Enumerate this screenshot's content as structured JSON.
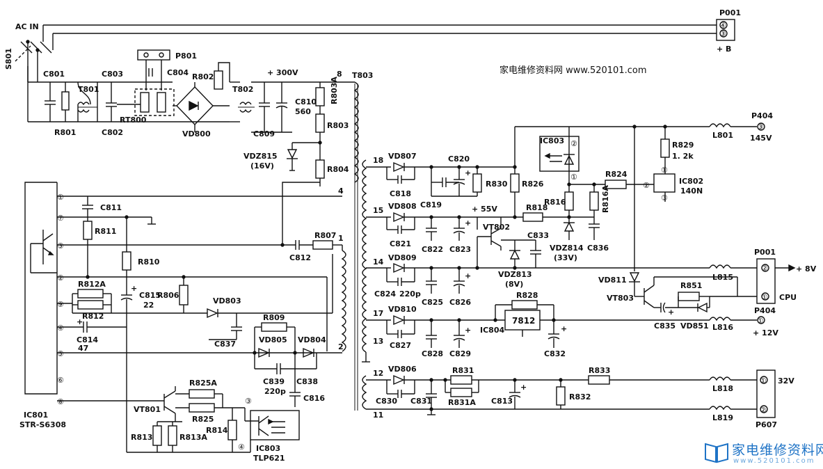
{
  "watermark": {
    "text": "家电维修资料网 www.520101.com",
    "logo_title": "家电维修资料网",
    "logo_url": "www.520101.com"
  },
  "connectors": {
    "ac_in": "AC  IN",
    "s801": "S801",
    "p001_top": "P001",
    "p001_top_pin4": "④",
    "p001_top_pin3": "③",
    "p001_top_label": "+ B",
    "p801": "P801",
    "p404_top": "P404",
    "p404_top_pin": "③",
    "p404_top_voltage": "145V",
    "p001_mid": "P001",
    "p001_mid_pin2": "②",
    "p001_mid_pin1": "①",
    "plus8v": "+ 8V",
    "cpu": "CPU",
    "p404_mid": "P404",
    "pin1_12v": "①",
    "plus12v": "+ 12V",
    "p607_pin1": "①",
    "p607_pin2": "②",
    "v32": "32V",
    "p607": "P607"
  },
  "ic801": {
    "name": "IC801",
    "part": "STR-S6308",
    "pins": [
      "①",
      "⑦",
      "③",
      "②",
      "⑨",
      "④",
      "⑤",
      "⑥",
      "⑧"
    ]
  },
  "t803": {
    "name": "T803",
    "pins": [
      "8",
      "4",
      "1",
      "2",
      "18",
      "15",
      "14",
      "17",
      "13",
      "12",
      "11"
    ]
  },
  "components": {
    "c801": "C801",
    "t801": "T801",
    "r801": "R801",
    "c803": "C803",
    "c802": "C802",
    "rt800": "RT800",
    "c804": "C804",
    "r802": "R802",
    "vd800": "VD800",
    "t802": "T802",
    "v300": "+ 300V",
    "c810": "C810",
    "c810_val": "560",
    "c809": "C809",
    "r803a": "R803A",
    "r803": "R803",
    "vdz815": "VDZ815",
    "vdz815_val": "(16V)",
    "r804": "R804",
    "c811": "C811",
    "r811": "R811",
    "r810": "R810",
    "r807": "R807",
    "c812": "C812",
    "r812a": "R812A",
    "r812": "R812",
    "c815": "C815",
    "c815_val": "22",
    "r806": "R806",
    "vd803": "VD803",
    "c814": "C814",
    "c814_val": "47",
    "c837": "C837",
    "r809": "R809",
    "vd805": "VD805",
    "vd804": "VD804",
    "c839": "C839",
    "c839_val": "220p",
    "c838": "C838",
    "c816": "C816",
    "vt801": "VT801",
    "r825a": "R825A",
    "r825": "R825",
    "r814": "R814",
    "r813": "R813",
    "r813a": "R813A",
    "ic803": "IC803",
    "ic803_part": "TLP621",
    "ic803_pin3": "③",
    "ic803_pin4": "④",
    "vd807": "VD807",
    "c820": "C820",
    "c818": "C818",
    "c819": "C819",
    "r830": "R830",
    "r826": "R826",
    "ic803b": "IC803",
    "ic803b_pin2": "②",
    "ic803b_pin1": "①",
    "r829": "R829",
    "r829_val": "1. 2k",
    "l801": "L801",
    "ic802": "IC802",
    "ic802_part": "140N",
    "ic802_pin1": "①",
    "ic802_pin2": "②",
    "ic802_pin3": "③",
    "r824": "R824",
    "r816": "R816",
    "r816a": "R816A",
    "v55": "+ 55V",
    "vd808": "VD808",
    "r818": "R818",
    "vt802": "VT802",
    "c833": "C833",
    "c821": "C821",
    "c822": "C822",
    "c823": "C823",
    "vdz814": "VDZ814",
    "vdz814_val": "(33V)",
    "c836": "C836",
    "vd809": "VD809",
    "vdz813": "VDZ813",
    "vdz813_val": "(8V)",
    "c824": "C824",
    "c824_val": "220p",
    "c825": "C825",
    "c826": "C826",
    "l815": "L815",
    "vd811": "VD811",
    "vt803": "VT803",
    "r851": "R851",
    "c835": "C835",
    "vd851": "VD851",
    "l816": "L816",
    "vd810": "VD810",
    "r828": "R828",
    "reg7812": "7812",
    "ic804": "IC804",
    "c827": "C827",
    "c828": "C828",
    "c829": "C829",
    "c832": "C832",
    "vd806": "VD806",
    "r831": "R831",
    "r831a": "R831A",
    "c830": "C830",
    "c831": "C831",
    "c813": "C813",
    "r833": "R833",
    "r832": "R832",
    "l818": "L818",
    "l819": "L819",
    "plus": "+"
  }
}
